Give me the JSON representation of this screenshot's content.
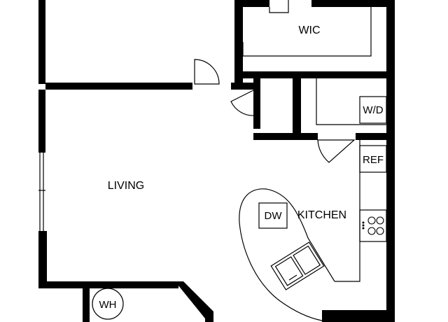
{
  "rooms": {
    "wic": "WIC",
    "wd": "W/D",
    "ref": "REF",
    "living": "LIVING",
    "dw": "DW",
    "kitchen": "KITCHEN",
    "wh": "WH"
  },
  "colors": {
    "wall": "#000000",
    "background": "#ffffff",
    "line": "#000000"
  }
}
